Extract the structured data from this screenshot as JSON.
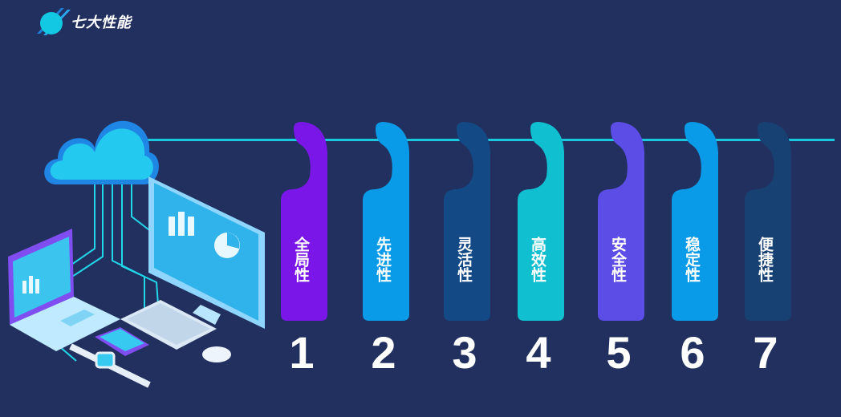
{
  "header": {
    "title": "七大性能"
  },
  "tags": [
    {
      "label": "全局性",
      "number": "1",
      "color": "#7a17e8"
    },
    {
      "label": "先进性",
      "number": "2",
      "color": "#0a9be8"
    },
    {
      "label": "灵活性",
      "number": "3",
      "color": "#134a86"
    },
    {
      "label": "高效性",
      "number": "4",
      "color": "#10bfd0"
    },
    {
      "label": "安全性",
      "number": "5",
      "color": "#5b4de6"
    },
    {
      "label": "稳定性",
      "number": "6",
      "color": "#0a9be8"
    },
    {
      "label": "便捷性",
      "number": "7",
      "color": "#174173"
    }
  ],
  "illustration_icons": [
    "cloud-icon",
    "laptop-icon",
    "monitor-icon",
    "keyboard-icon",
    "phone-icon",
    "smartwatch-icon",
    "mouse-icon"
  ]
}
